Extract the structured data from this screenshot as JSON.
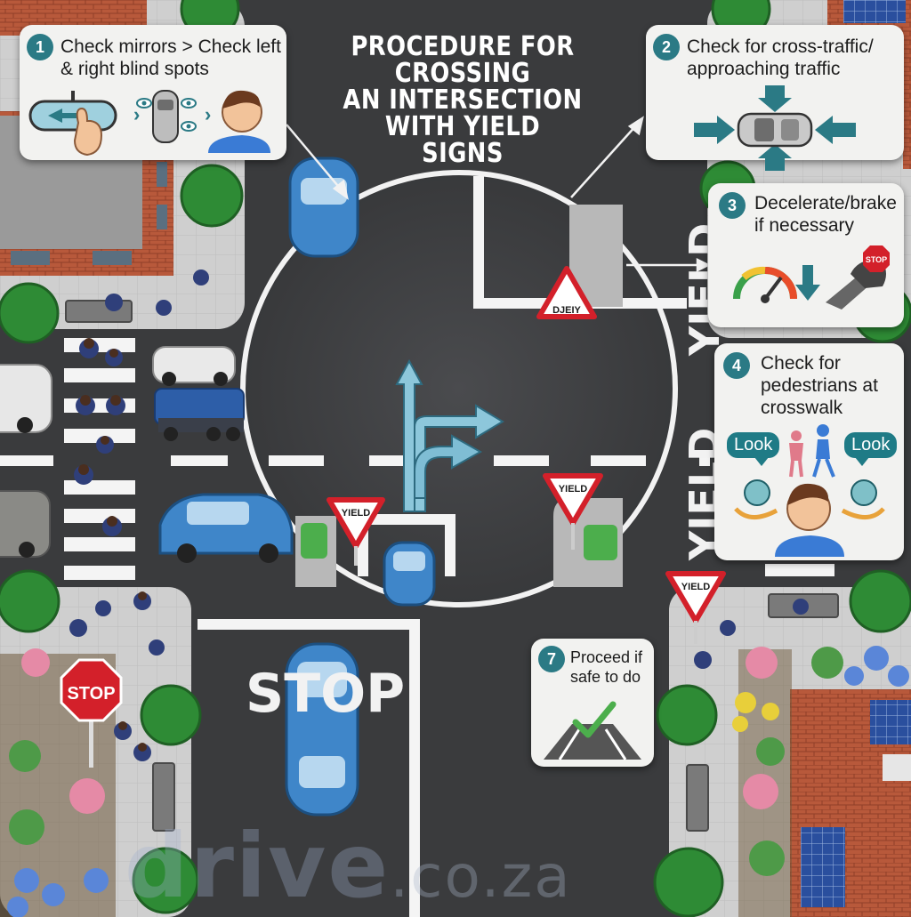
{
  "title": {
    "line1": "PROCEDURE FOR",
    "line2": "CROSSING",
    "line3": "AN INTERSECTION",
    "line4": "WITH YIELD SIGNS"
  },
  "steps": [
    {
      "number": "1",
      "line1": "Check mirrors > Check left",
      "line2": "& right blind spots"
    },
    {
      "number": "2",
      "line1": "Check for cross-traffic/",
      "line2": "approaching traffic"
    },
    {
      "number": "3",
      "line1": "Decelerate/brake",
      "line2": "if necessary"
    },
    {
      "number": "4",
      "line1": "Check for",
      "line2": "pedestrians at",
      "line3": "crosswalk"
    },
    {
      "number": "7",
      "line1": "Proceed if",
      "line2": "safe to do"
    }
  ],
  "look_labels": {
    "left": "Look",
    "right": "Look"
  },
  "signs": {
    "yield": "YIELD",
    "yield_mirrored": "DJEIY",
    "stop": "STOP"
  },
  "road_markings": {
    "stop": "STOP",
    "yield_road": "YIELD",
    "yield_road_2": "YIELD"
  },
  "watermark": {
    "main": "drive",
    "suffix": ".co.za"
  },
  "colors": {
    "road": "#3a3b3d",
    "card": "#f2f2f0",
    "accent_teal": "#2b7a85",
    "grass": "#2f8a2f",
    "brick": "#b5573a",
    "car_blue": "#3f86c9",
    "sign_red": "#d3202a"
  },
  "icons": [
    "rearview-mirror-icon",
    "pointing-hand-icon",
    "eye-icon",
    "car-topview-icon",
    "driver-head-icon",
    "arrow-inward-icon",
    "speedometer-icon",
    "down-arrow-icon",
    "brake-pedal-icon",
    "pedestrian-icon",
    "checkmark-icon",
    "straight-right-arrow-icon"
  ]
}
